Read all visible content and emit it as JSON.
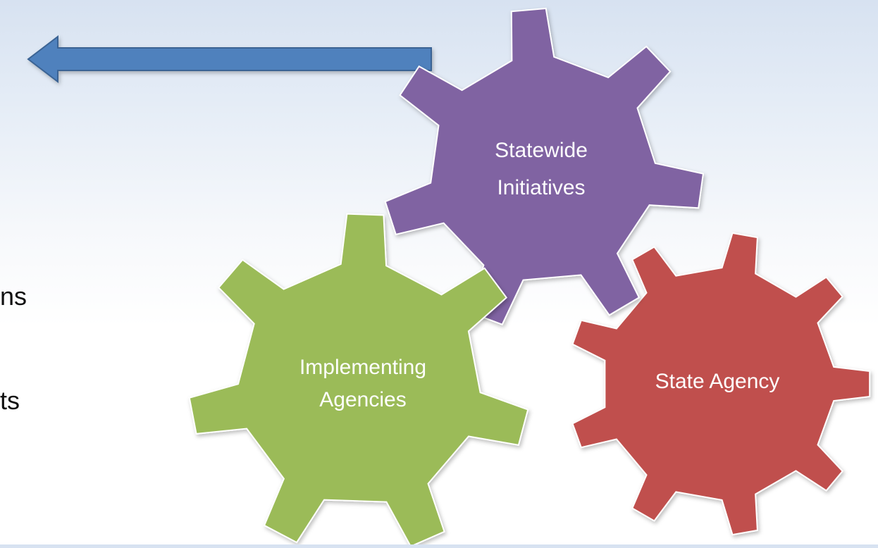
{
  "slide": {
    "colors": {
      "arrow_fill": "#4f81bd",
      "arrow_stroke": "#3a6494",
      "gear_statewide": "#8064a2",
      "gear_implementing": "#9bbb59",
      "gear_state_agency": "#c0504d"
    },
    "arrow": {
      "direction": "left"
    },
    "left_text": {
      "line1": "ns",
      "line2": "ts"
    },
    "gears": [
      {
        "id": "statewide",
        "lines": [
          "Statewide",
          "Initiatives"
        ]
      },
      {
        "id": "implementing",
        "lines": [
          "Implementing",
          "Agencies"
        ]
      },
      {
        "id": "state_agency",
        "lines": [
          "State Agency"
        ]
      }
    ]
  }
}
